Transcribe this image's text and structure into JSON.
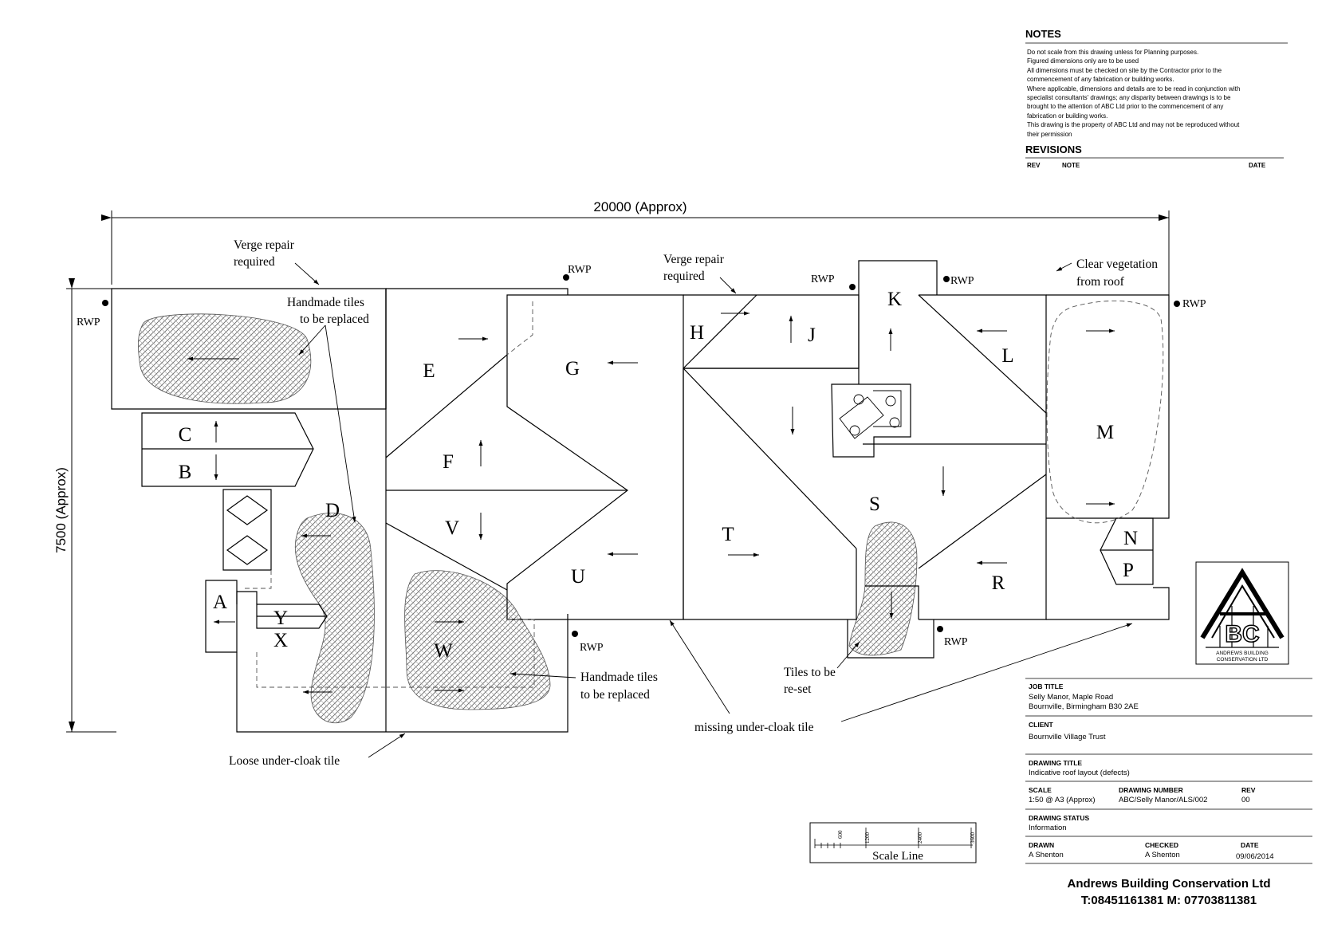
{
  "notes": {
    "title": "NOTES",
    "lines": [
      "Do not scale from this drawing unless for Planning purposes.",
      "Figured dimensions only are to be used",
      "All dimensions must be checked on site by the Contractor prior to the",
      "commencement of any fabrication or building works.",
      "Where applicable, dimensions and details are to be read in conjunction with",
      "specialist consultants' drawings; any disparity between drawings is to be",
      "brought to the attention of ABC Ltd prior to the commencement of any",
      "fabrication or building works.",
      "This drawing is the property of ABC Ltd and may not be reproduced without",
      "their permission"
    ]
  },
  "revisions": {
    "title": "REVISIONS",
    "col_rev": "REV",
    "col_note": "NOTE",
    "col_date": "DATE"
  },
  "dimensions": {
    "width": "20000  (Approx)",
    "height": "7500  (Approx)"
  },
  "sections": {
    "A": "A",
    "B": "B",
    "C": "C",
    "D": "D",
    "E": "E",
    "F": "F",
    "G": "G",
    "H": "H",
    "J": "J",
    "K": "K",
    "L": "L",
    "M": "M",
    "N": "N",
    "P": "P",
    "R": "R",
    "S": "S",
    "T": "T",
    "U": "U",
    "V": "V",
    "W": "W",
    "X": "X",
    "Y": "Y"
  },
  "rwp": "RWP",
  "annotations": {
    "verge_left_1": "Verge repair",
    "verge_left_2": "required",
    "handmade_top_1": "Handmade tiles",
    "handmade_top_2": "to be replaced",
    "verge_mid_1": "Verge repair",
    "verge_mid_2": "required",
    "clear_veg_1": "Clear vegetation",
    "clear_veg_2": "from roof",
    "handmade_bottom_1": "Handmade tiles",
    "handmade_bottom_2": "to be replaced",
    "tiles_reset_1": "Tiles to be",
    "tiles_reset_2": "re-set",
    "missing": "missing under-cloak tile",
    "loose": "Loose under-cloak tile"
  },
  "scale_line": {
    "label": "Scale Line",
    "ticks": [
      "600",
      "1200",
      "2400",
      "3600"
    ]
  },
  "logo": {
    "letters_top": "A",
    "letters_bottom": "BC",
    "caption_1": "ANDREWS BUILDING",
    "caption_2": "CONSERVATION LTD"
  },
  "title_block": {
    "job_title_label": "JOB TITLE",
    "job_title_1": "Selly Manor, Maple Road",
    "job_title_2": "Bournville, Birmingham B30 2AE",
    "client_label": "CLIENT",
    "client": "Bournville Village Trust",
    "drawing_title_label": "DRAWING TITLE",
    "drawing_title": "Indicative roof layout (defects)",
    "scale_label": "SCALE",
    "scale": "1:50 @ A3 (Approx)",
    "drawing_number_label": "DRAWING NUMBER",
    "drawing_number": "ABC/Selly Manor/ALS/002",
    "rev_label": "REV",
    "rev": "00",
    "status_label": "DRAWING STATUS",
    "status": "Information",
    "drawn_label": "DRAWN",
    "drawn": "A Shenton",
    "checked_label": "CHECKED",
    "checked": "A Shenton",
    "date_label": "DATE",
    "date": "09/06/2014"
  },
  "company": {
    "name": "Andrews Building Conservation Ltd",
    "phone": "T:08451161381 M: 07703811381"
  }
}
